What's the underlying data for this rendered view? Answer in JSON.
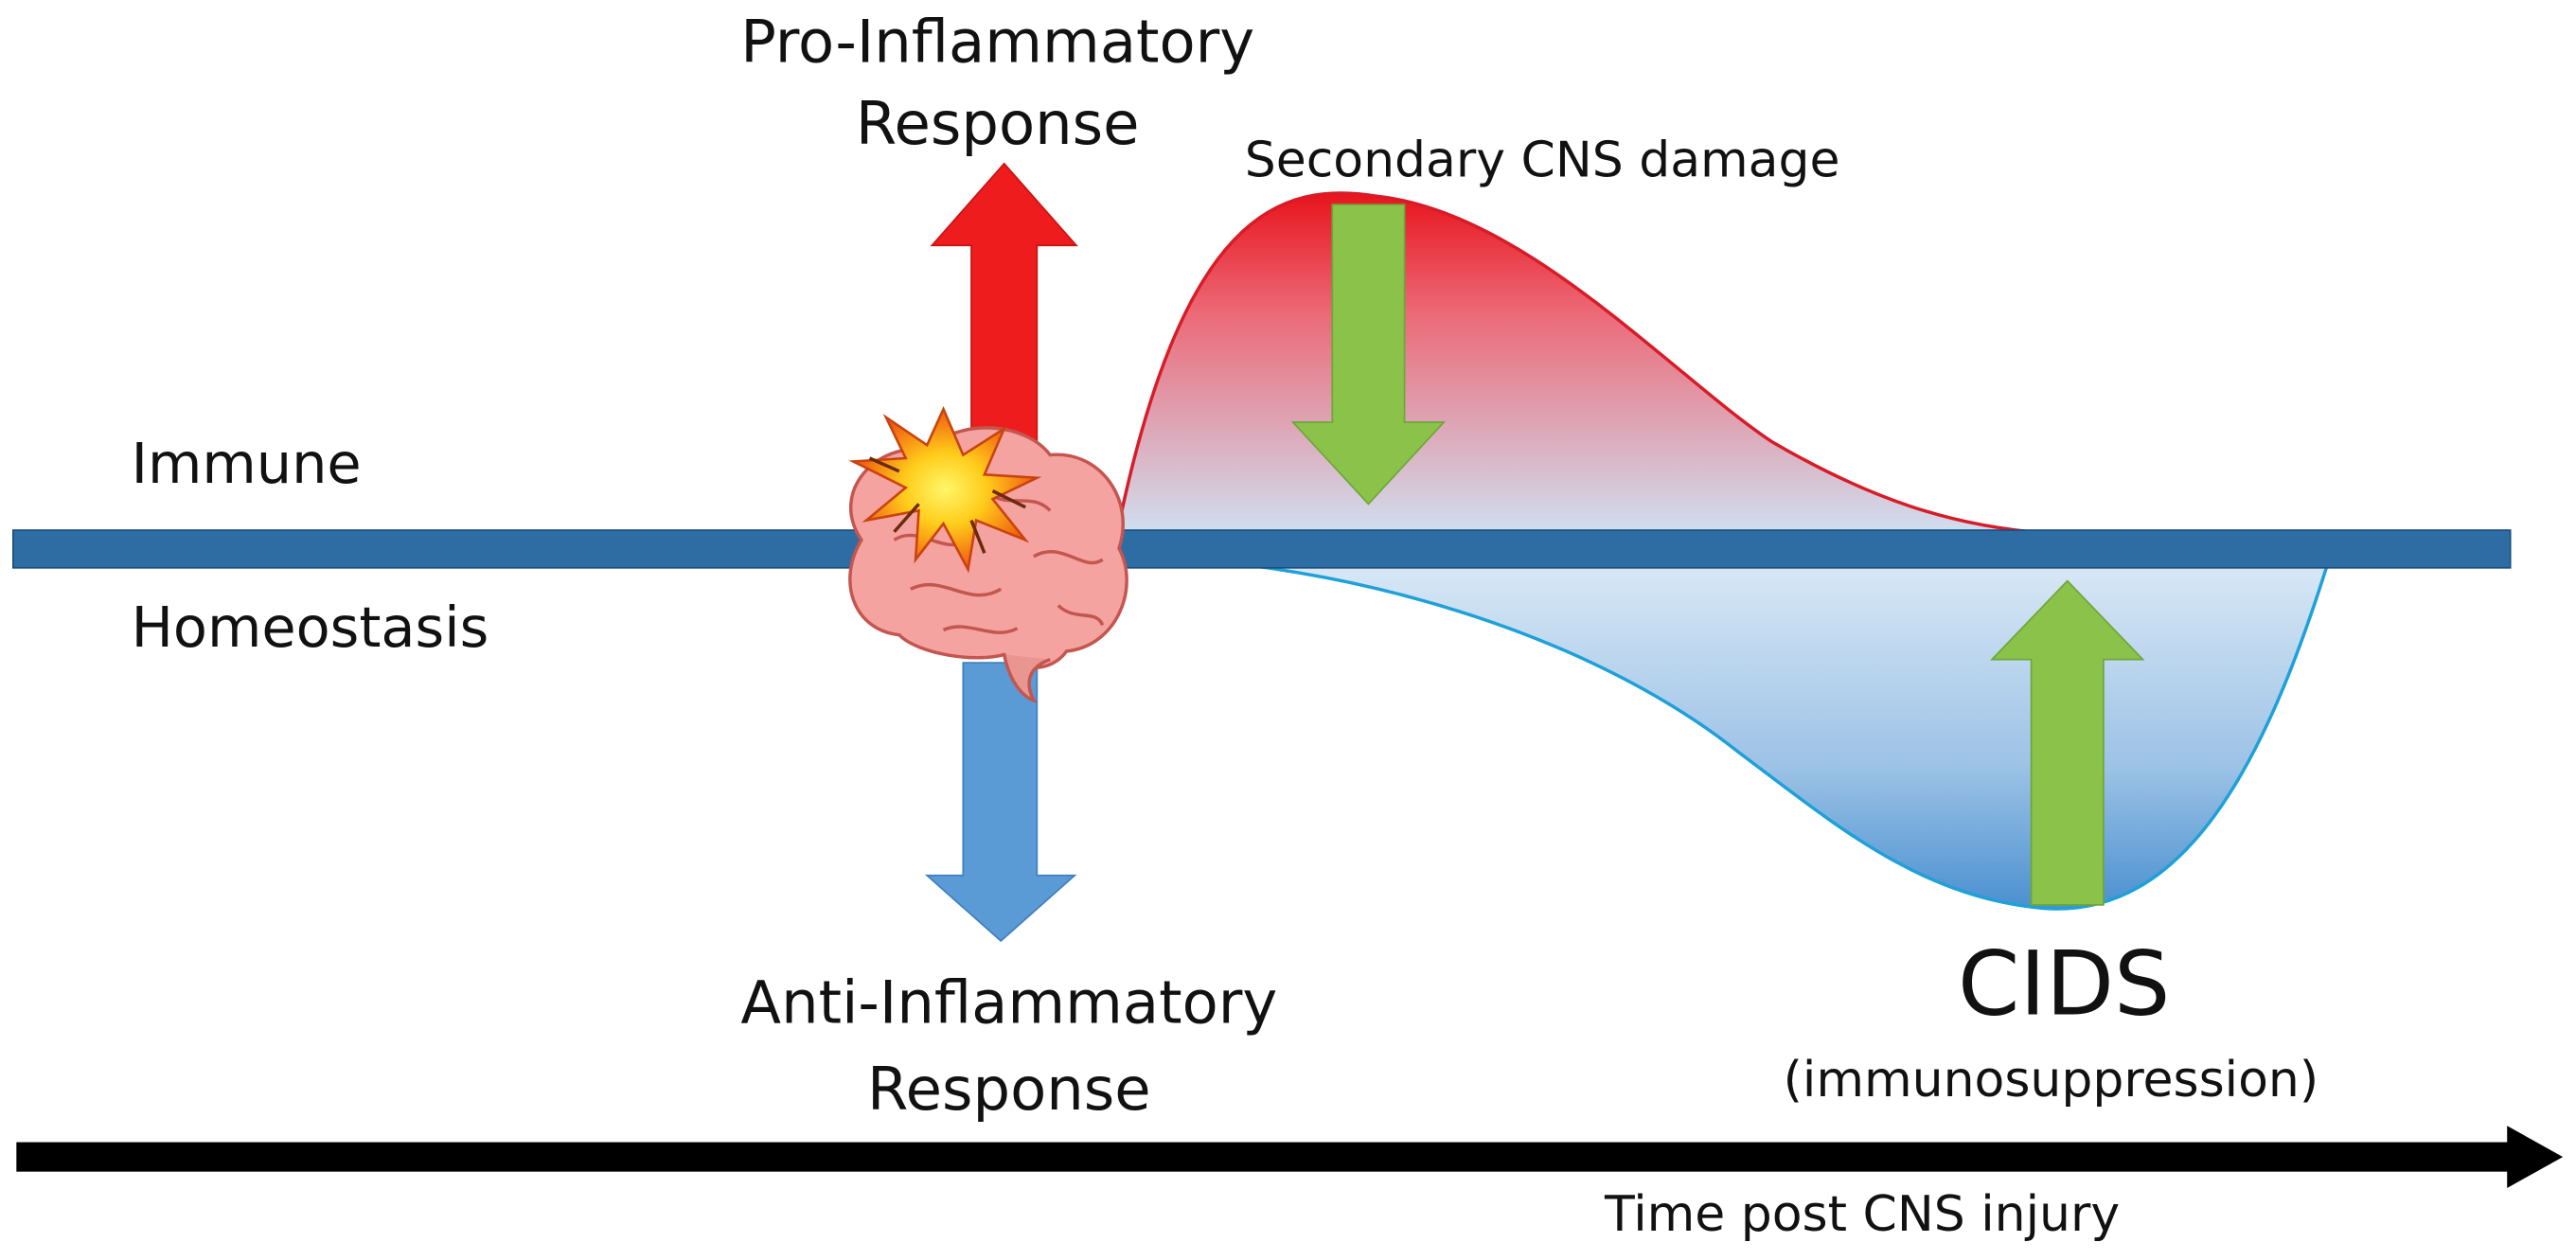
{
  "labels": {
    "pro_line1": "Pro-Inflammatory",
    "pro_line2": "Response",
    "anti_line1": "Anti-Inflammatory",
    "anti_line2": "Response",
    "secondary": "Secondary CNS damage",
    "immune": "Immune",
    "homeostasis": "Homeostasis",
    "cids": "CIDS",
    "cids_sub": "(immunosuppression)",
    "time_axis": "Time post CNS injury"
  },
  "colors": {
    "baseline": "#2e6da4",
    "pro_arrow": "#ee1c1c",
    "anti_arrow": "#5b9bd5",
    "green_arrow": "#8bc34a",
    "upper_curve_top": "#e8141c",
    "lower_curve_bottom": "#4a90d0",
    "axis": "#000000"
  },
  "icons": {
    "brain": "brain-icon",
    "burst": "injury-burst-icon"
  }
}
